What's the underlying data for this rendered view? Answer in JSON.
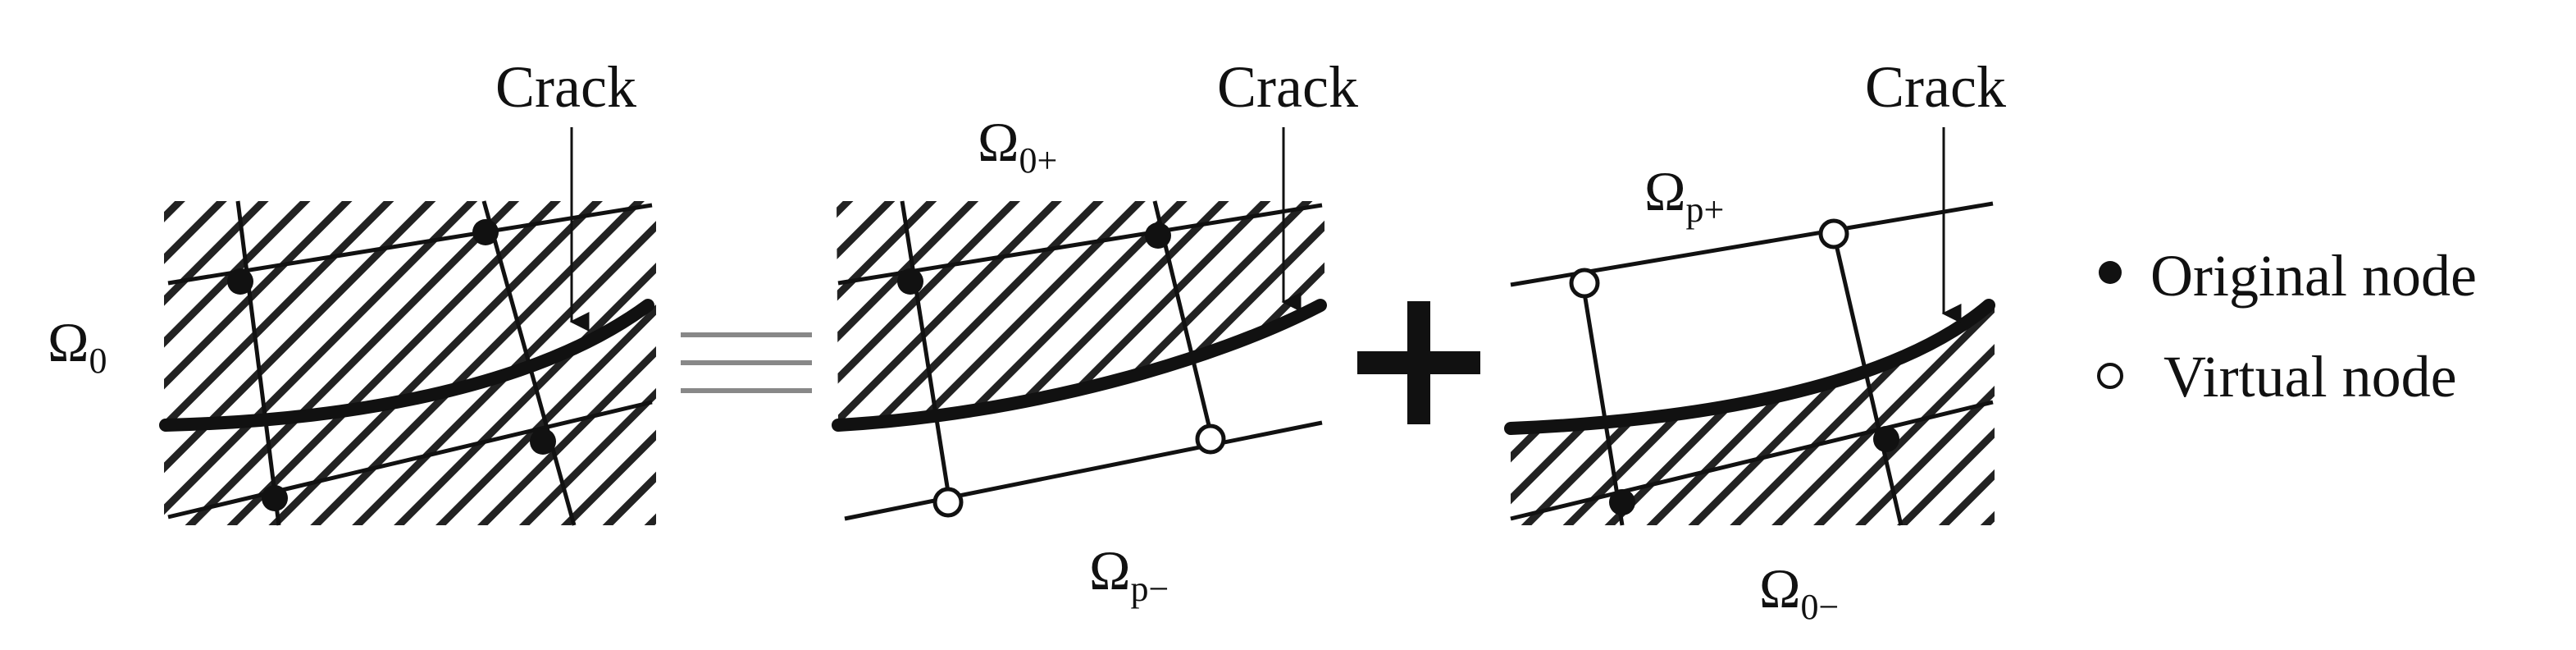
{
  "labels": {
    "crack": "Crack",
    "omega": "Ω",
    "sub_0": "0",
    "sub_0_plus": "0+",
    "sub_p_minus": "p−",
    "sub_p_plus": "p+",
    "sub_0_minus": "0−"
  },
  "operators": {
    "equals": "equals-sign",
    "plus": "plus-sign"
  },
  "legend": {
    "original": {
      "symbol": "●",
      "label": "Original node"
    },
    "virtual": {
      "symbol": "○",
      "label": "Virtual node"
    }
  },
  "colors": {
    "ink": "#111111",
    "hatch": "#222222",
    "background": "#ffffff"
  }
}
